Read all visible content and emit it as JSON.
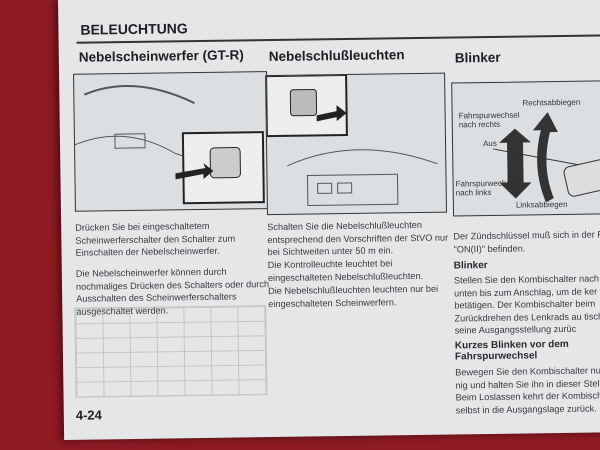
{
  "section": {
    "title": "BELEUCHTUNG"
  },
  "col1": {
    "heading": "Nebelscheinwerfer (GT-R)",
    "para1": "Drücken Sie bei eingeschaltetem Scheinwerferschalter den Schalter zum Einschalten der Nebelscheinwerfer.",
    "para2": "Die Nebelscheinwerfer können durch nochmaliges Drücken des Schalters oder durch Ausschalten des Scheinwerferschalters ausgeschaltet werden."
  },
  "col2": {
    "heading": "Nebelschlußleuchten",
    "para1": "Schalten Sie die Nebelschlußleuchten entsprechend den Vorschriften der StVO nur bei Sichtweiten unter 50 m ein.",
    "para2": "Die Kontrolleuchte leuchtet bei eingeschalteten Nebelschlußleuchten.",
    "para3": "Die Nebelschlußleuchten leuchten nur bei eingeschalteten Scheinwerfern."
  },
  "col3": {
    "heading": "Blinker",
    "diagram_labels": {
      "right_turn": "Rechtsabbiegen",
      "lane_right": "Fahrspurwechsel nach rechts",
      "off": "Aus",
      "lane_left": "Fahrspurwechsel nach links",
      "left_turn": "Linksabbiegen"
    },
    "intro": "Der Zündschlüssel muß sich in der Pos \"ON(II)\" befinden.",
    "sub1": "Blinker",
    "sub1_text": "Stellen Sie den Kombischalter nach oder unten bis zum Anschlag, um de ker zu betätigen. Der Kombischalter beim Zurückdrehen des Lenkrads au tisch in seine Ausgangsstellung zurüc",
    "sub2": "Kurzes Blinken vor dem Fahrspurwechsel",
    "sub2_text": "Bewegen Sie den Kombischalter nur ein nig und halten Sie ihn in dieser Stellung Beim Loslassen kehrt der Kombischalter selbst in die Ausgangslage zurück."
  },
  "footer": {
    "page_number": "4-24"
  }
}
